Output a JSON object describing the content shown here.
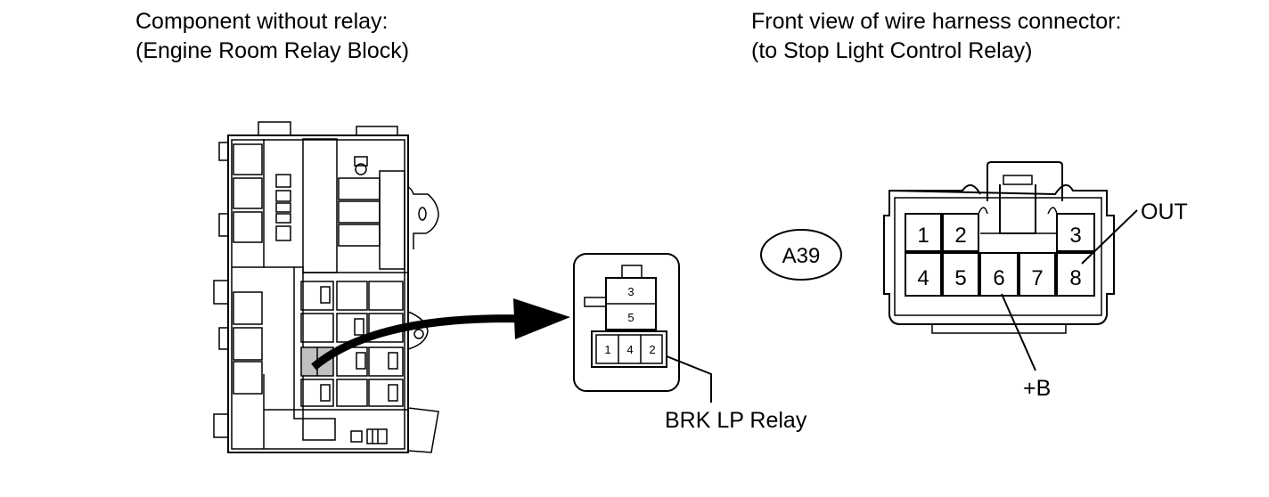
{
  "left_caption": {
    "line1": "Component without relay:",
    "line2": "(Engine Room Relay Block)"
  },
  "right_caption": {
    "line1": "Front view of wire harness connector:",
    "line2": "(to Stop Light Control Relay)"
  },
  "relay_socket": {
    "pins": [
      "3",
      "5",
      "1",
      "4",
      "2"
    ],
    "label": "BRK LP Relay"
  },
  "connector": {
    "id": "A39",
    "pins_top": [
      "1",
      "2",
      "3"
    ],
    "pins_bottom": [
      "4",
      "5",
      "6",
      "7",
      "8"
    ],
    "callouts": {
      "out": "OUT",
      "plus_b": "+B"
    }
  }
}
